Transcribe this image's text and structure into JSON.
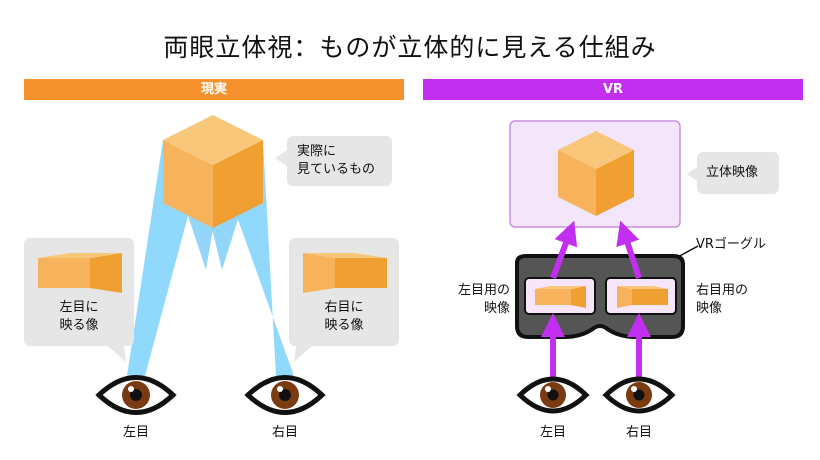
{
  "title": "両眼立体視：ものが立体的に見える仕組み",
  "sections": {
    "left": "現実",
    "right": "VR"
  },
  "left": {
    "object_label": "実際に\n見ているもの",
    "left_eye_view": "左目に\n映る像",
    "right_eye_view": "右目に\n映る像",
    "left_eye": "左目",
    "right_eye": "右目"
  },
  "right": {
    "screen_label": "立体映像",
    "goggles_label": "VRゴーグル",
    "left_image_label": "左目用の\n映像",
    "right_image_label": "右目用の\n映像",
    "left_eye": "左目",
    "right_eye": "右目"
  },
  "colors": {
    "orange": "#f5922e",
    "purple": "#c22ff0",
    "cube_top": "#f9c77a",
    "cube_left": "#f7b35c",
    "cube_right": "#f0a033",
    "sight": "#7dd2fb",
    "bubble": "#e6e6e6",
    "arrow": "#c22ff0"
  }
}
